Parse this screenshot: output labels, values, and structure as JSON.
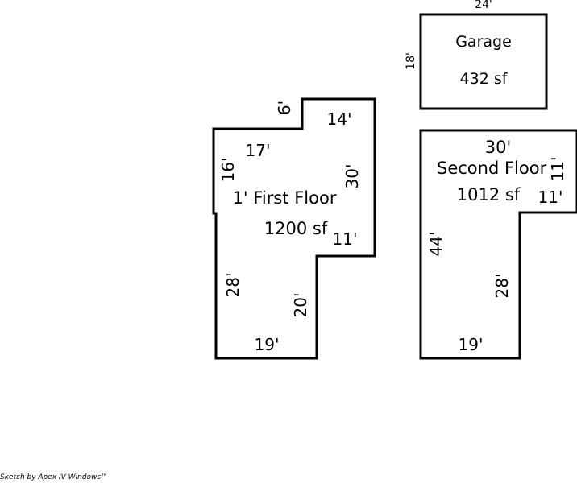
{
  "garage": {
    "name": "Garage",
    "area": "432 sf",
    "dims": {
      "top": "24'",
      "left": "18'"
    }
  },
  "first_floor": {
    "name": "1' First Floor",
    "area": "1200 sf",
    "dims": {
      "notch_left": "6'",
      "notch_top": "14'",
      "upper_left": "17'",
      "left": "16'",
      "right": "30'",
      "step_bottom": "11'",
      "lower_left": "28'",
      "lower_right": "20'",
      "bottom": "19'"
    }
  },
  "second_floor": {
    "name": "Second Floor",
    "area": "1012 sf",
    "dims": {
      "top": "30'",
      "right": "11'",
      "right_cut": "11'",
      "left": "44'",
      "inner_right": "28'",
      "bottom": "19'"
    }
  },
  "footer": {
    "credit": "Sketch by Apex IV Windows™"
  }
}
